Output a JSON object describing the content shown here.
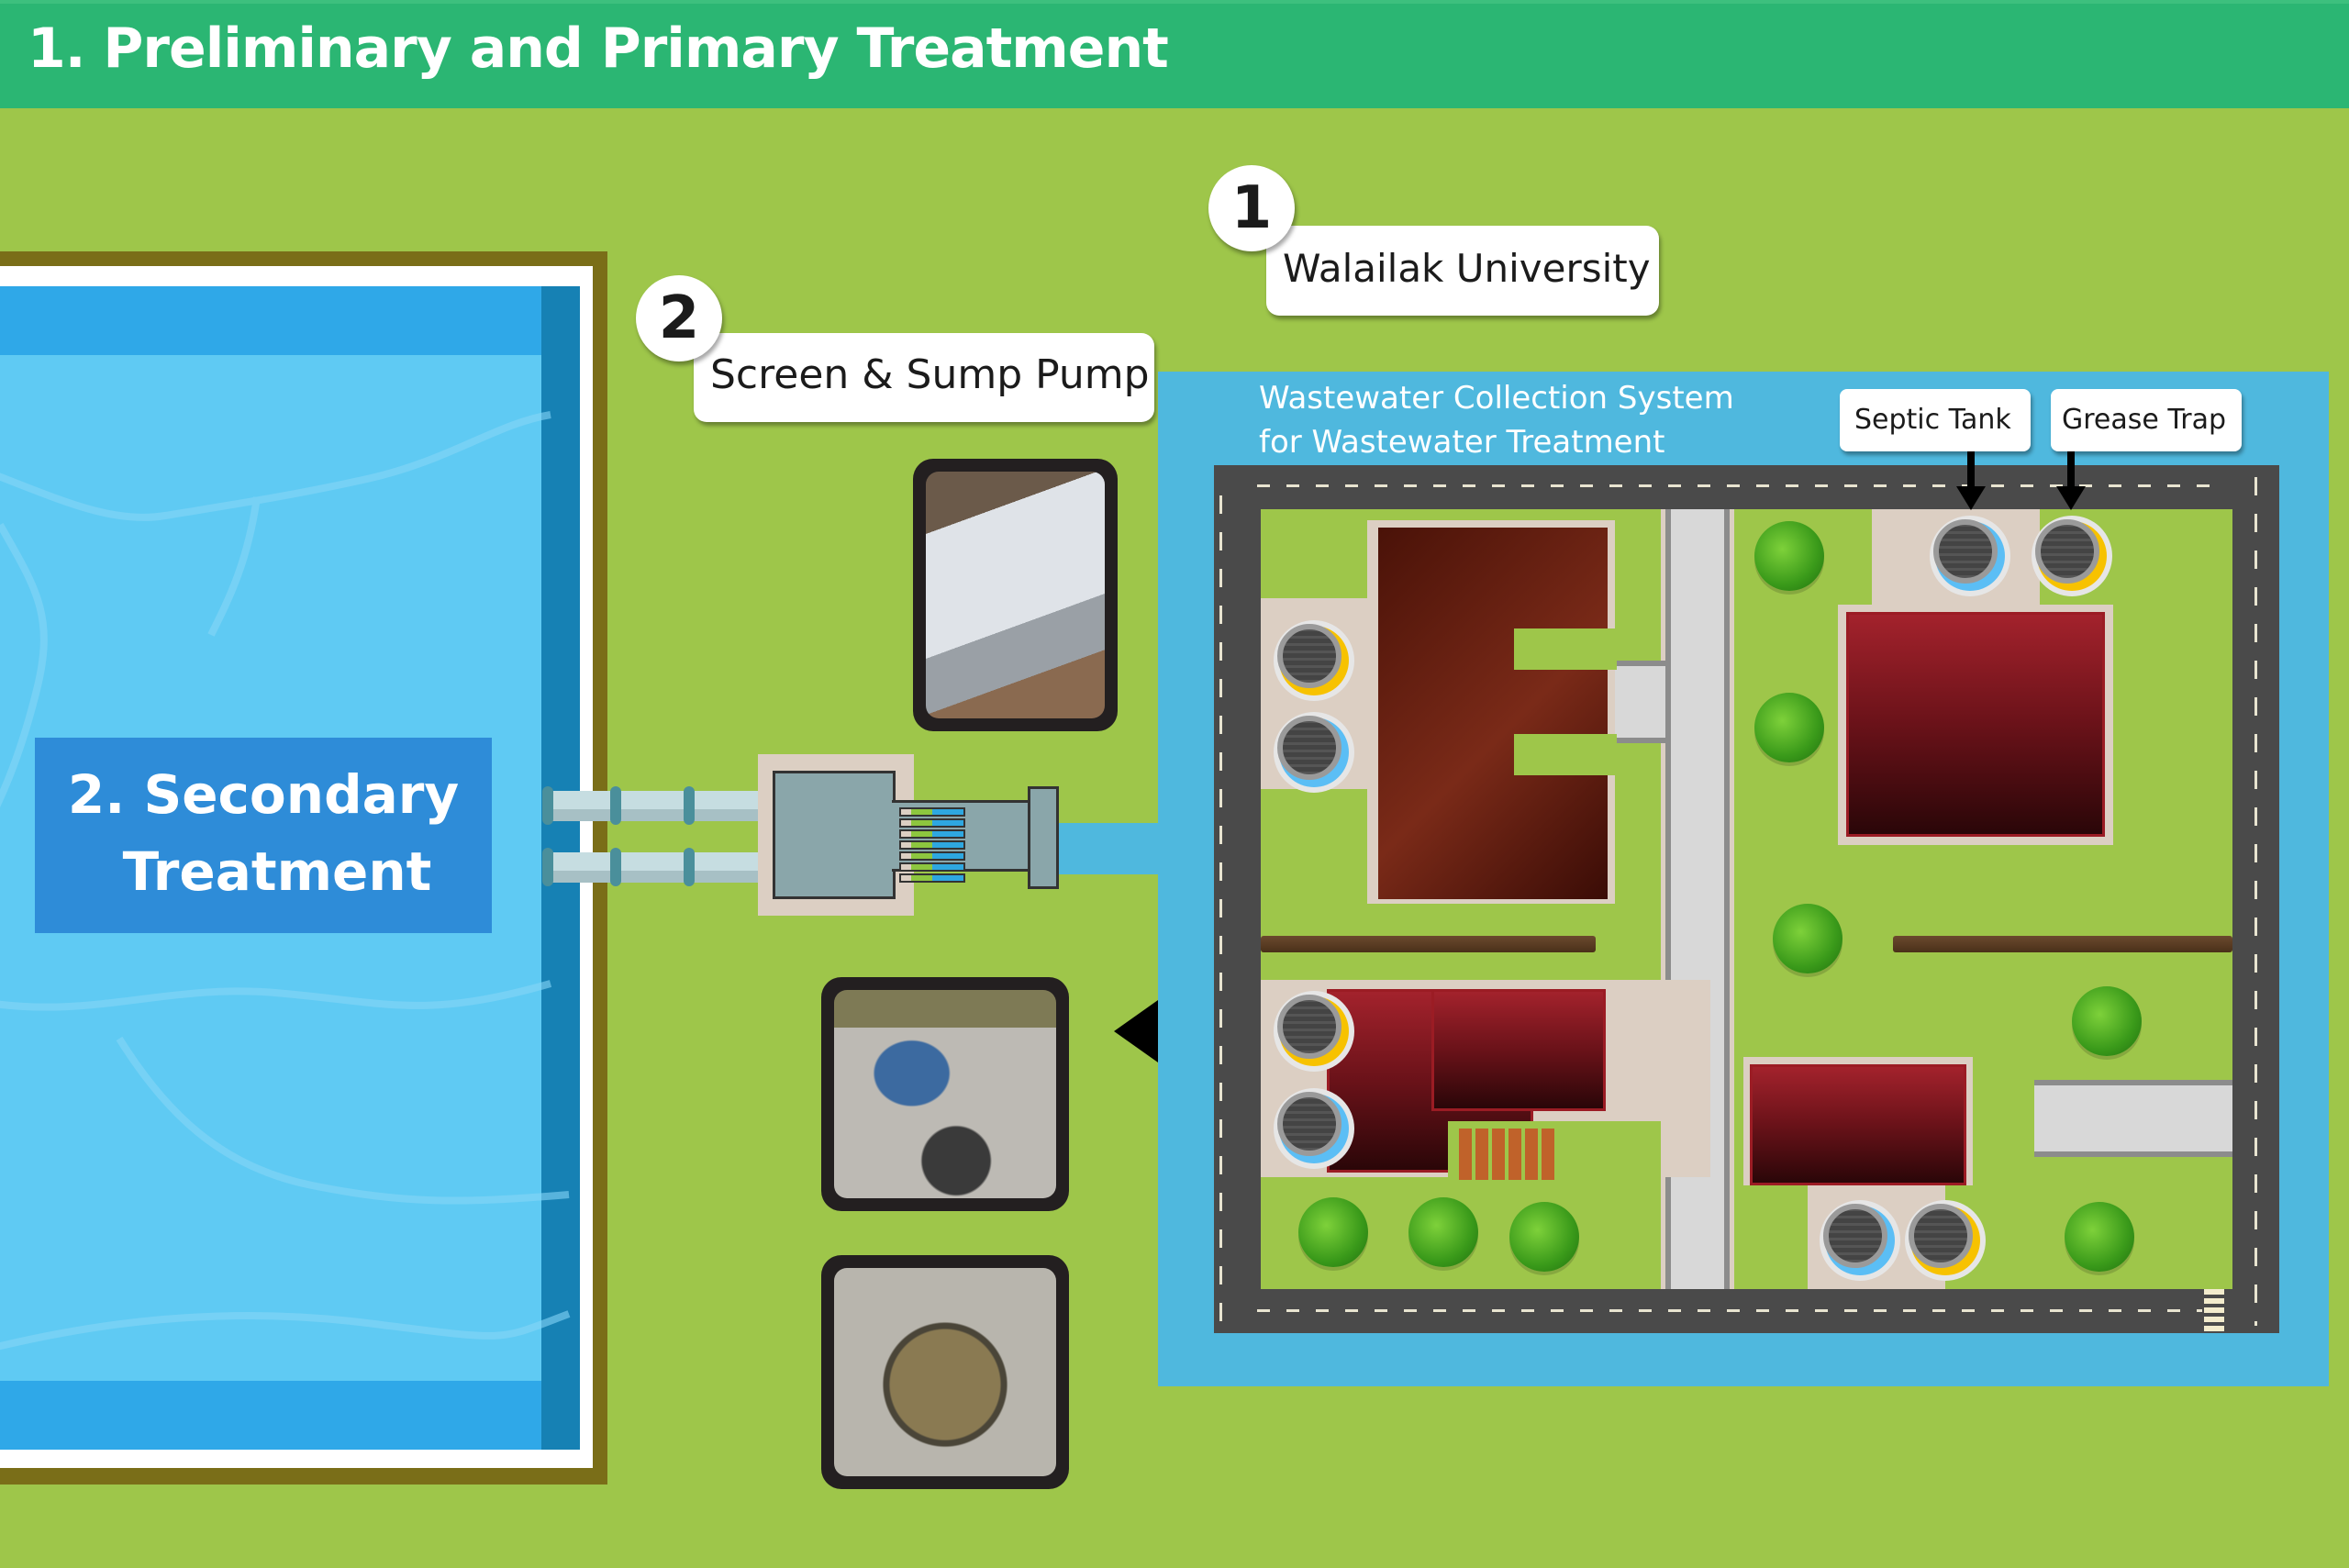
{
  "header": {
    "title": "1. Preliminary and Primary Treatment"
  },
  "pool": {
    "label_line1": "2. Secondary",
    "label_line2": "Treatment"
  },
  "steps": [
    {
      "number": "1",
      "label": "Walailak University"
    },
    {
      "number": "2",
      "label": "Screen & Sump Pump"
    }
  ],
  "collection": {
    "title_line1": "Wastewater Collection System",
    "title_line2": "for Wastewater Treatment",
    "callouts": [
      {
        "label": "Septic Tank"
      },
      {
        "label": "Grease Trap"
      }
    ]
  },
  "photos": [
    {
      "name": "screen-photo",
      "depicts": "bar screen unit at treatment plant"
    },
    {
      "name": "septic-inspection-photo",
      "depicts": "person opening septic tank lid"
    },
    {
      "name": "septic-interior-photo",
      "depicts": "interior of septic tank"
    }
  ],
  "colors": {
    "header": "#2bb673",
    "background": "#9ec64a",
    "pool_label": "#2e8cd8",
    "collection_area": "#4fb8de",
    "septic_tank_ring": "#5bbef5",
    "grease_trap_ring": "#f7c200"
  }
}
